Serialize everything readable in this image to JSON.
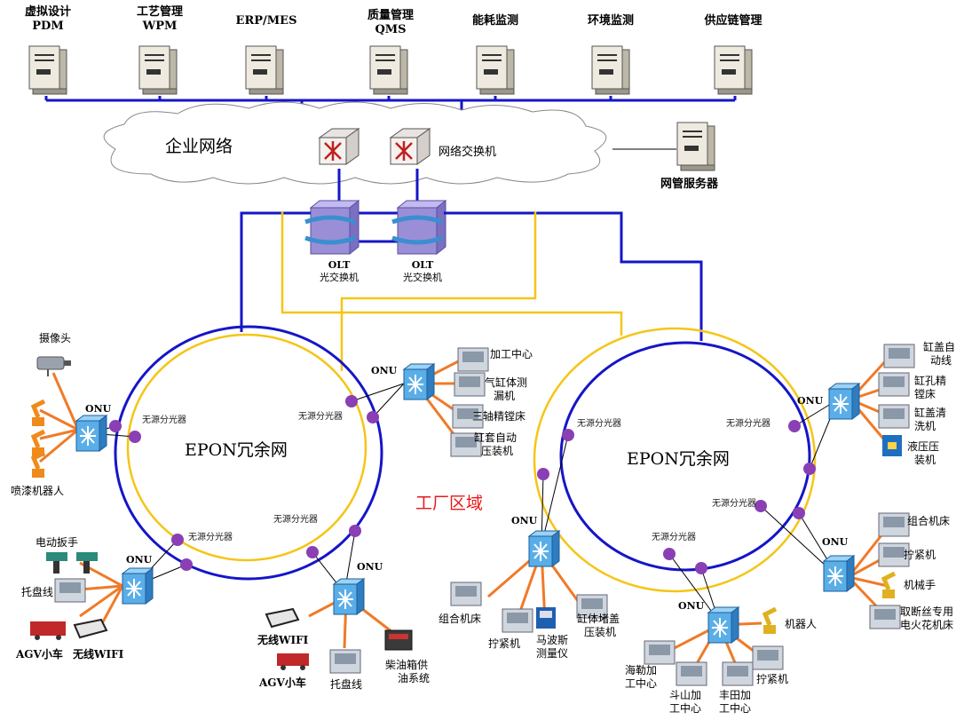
{
  "servers": [
    {
      "line1": "虚拟设计",
      "line2": "PDM"
    },
    {
      "line1": "工艺管理",
      "line2": "WPM"
    },
    {
      "line1": "ERP/MES",
      "line2": ""
    },
    {
      "line1": "质量管理",
      "line2": "QMS"
    },
    {
      "line1": "能耗监测",
      "line2": ""
    },
    {
      "line1": "环境监测",
      "line2": ""
    },
    {
      "line1": "供应链管理",
      "line2": ""
    }
  ],
  "network": {
    "enterprise_cloud": "企业网络",
    "switch": "网络交换机",
    "mgmt_server": "网管服务器",
    "olt_top": "OLT",
    "olt_bottom": "光交换机"
  },
  "rings": {
    "left": "EPON冗余网",
    "right": "EPON冗余网",
    "factory": "工厂区域"
  },
  "splitter": "无源分光器",
  "onu": "ONU",
  "devices": {
    "camera": "摄像头",
    "spray_robot": "喷漆机器人",
    "wrench": "电动扳手",
    "pallet_line": "托盘线",
    "agv": "AGV小车",
    "wifi": "无线WIFI",
    "machining_center": "加工中心",
    "cylinder_leak_1": "气缸体测",
    "cylinder_leak_2": "漏机",
    "boring_3axis": "三轴精镗床",
    "sleeve_press_1": "缸套自动",
    "sleeve_press_2": "压装机",
    "combo_machine": "组合机床",
    "tightener": "拧紧机",
    "mpos_1": "马波斯",
    "mpos_2": "测量仪",
    "plug_press_1": "缸体堵盖",
    "plug_press_2": "压装机",
    "diesel_1": "柴油箱供",
    "diesel_2": "油系统",
    "cover_line_1": "缸盖自",
    "cover_line_2": "动线",
    "bore_1": "缸孔精",
    "bore_2": "镗床",
    "cover_wash_1": "缸盖清",
    "cover_wash_2": "洗机",
    "hydraulic_1": "液压压",
    "hydraulic_2": "装机",
    "robot_arm": "机械手",
    "edm_1": "取断丝专用",
    "edm_2": "电火花机床",
    "robot": "机器人",
    "haas_1": "海勒加",
    "haas_2": "工中心",
    "doosan_1": "斗山加",
    "doosan_2": "工中心",
    "toyota_1": "丰田加",
    "toyota_2": "工中心"
  },
  "colors": {
    "blue": "#1515c8",
    "yellow": "#f5c518",
    "orange": "#f07a28",
    "purple": "#8a3fb5",
    "red": "#e81818"
  }
}
